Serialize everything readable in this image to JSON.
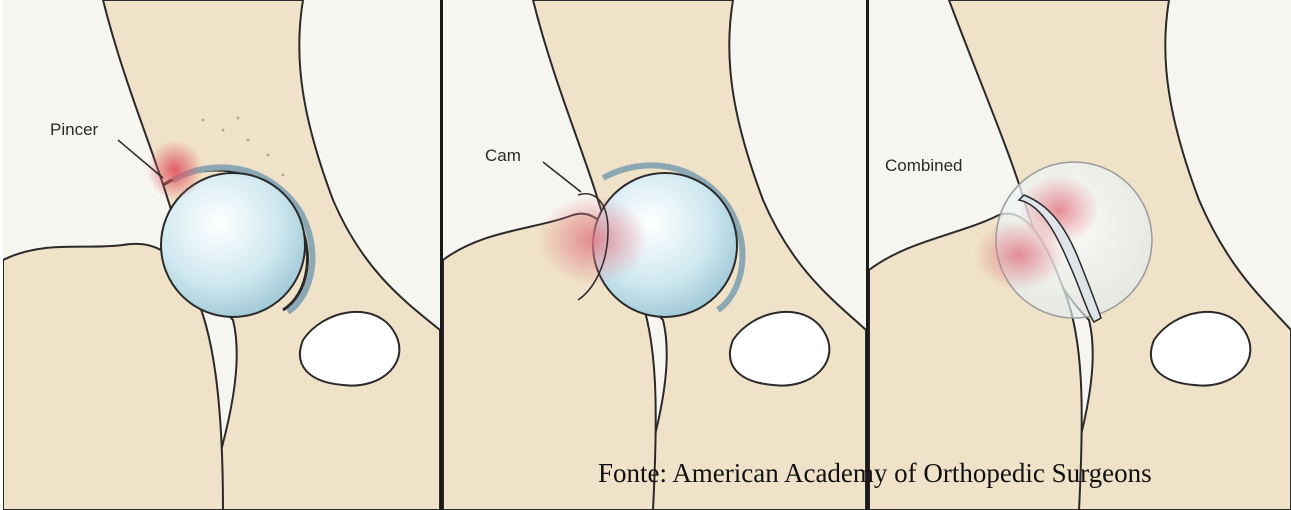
{
  "panels": [
    {
      "id": "pincer",
      "label": "Pincer"
    },
    {
      "id": "cam",
      "label": "Cam"
    },
    {
      "id": "combined",
      "label": "Combined"
    }
  ],
  "source_credit": "Fonte: American Academy of Orthopedic Surgeons",
  "colors": {
    "bone": "#efe2c8",
    "bone_outline": "#2a2a2a",
    "femoral_head": "#c9e6ee",
    "cartilage": "#9fb8c2",
    "impingement": "#e27a80",
    "background": "#f7f5f0"
  }
}
